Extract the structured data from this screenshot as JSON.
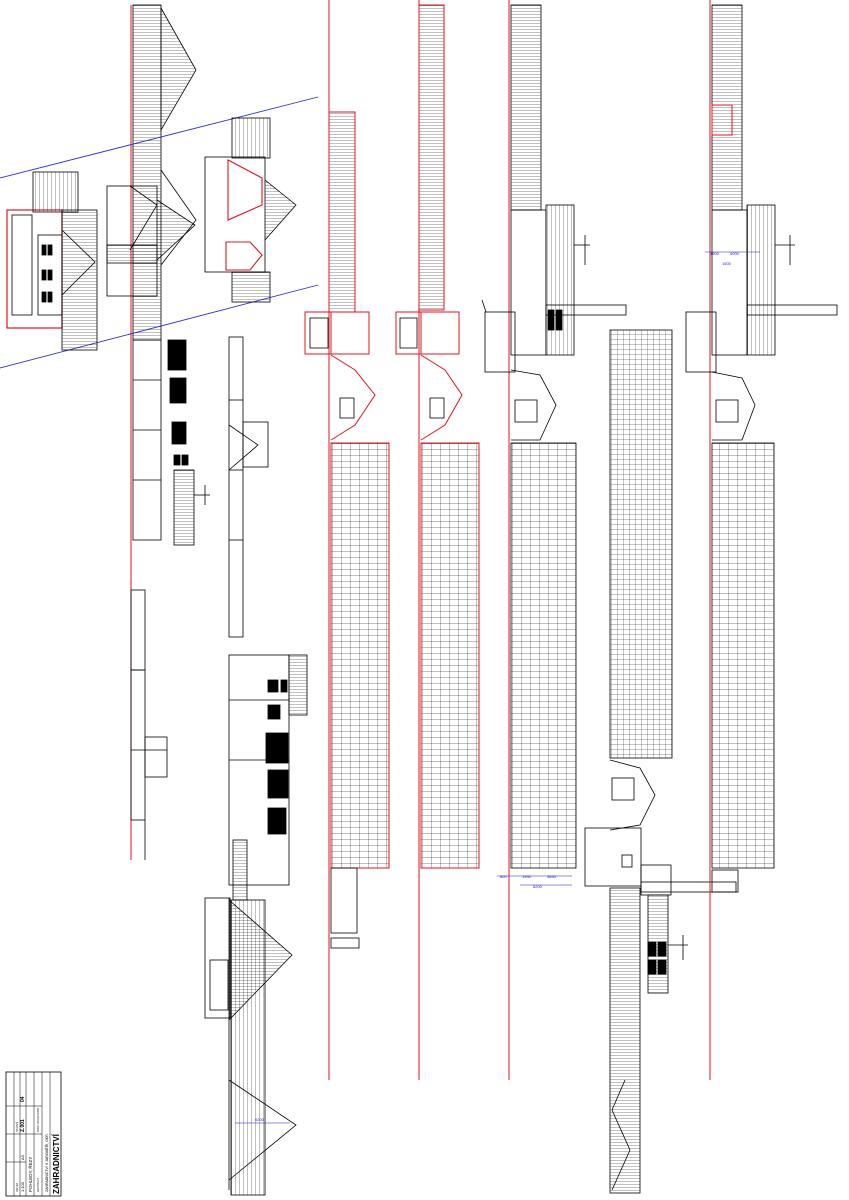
{
  "drawing": {
    "colors": {
      "line": "#000000",
      "section": "#e0141e",
      "guide": "#2c2cd6",
      "dimension": "#1a1ad0"
    },
    "dimensions": {
      "col3": [
        "600",
        "1950",
        "3650",
        "6200"
      ],
      "col5": [
        "1500",
        "4000",
        "1500"
      ],
      "bottom": "6200"
    }
  },
  "title_block": {
    "title": "ZAHRADNICTVÍ",
    "subtitle": "ZAHRADNICTVÍ V JAROMĚŘI, OKR.",
    "sheet_name": "POHLEDY, ŘEZY",
    "scale": "1:100",
    "format": "A3",
    "drawing_no": "Z.001",
    "sheet_no": "04",
    "row_labels": [
      "ARCHITEKT",
      "ZODP. PROJEKTANT",
      "DATUM",
      "STUPEŇ"
    ]
  }
}
